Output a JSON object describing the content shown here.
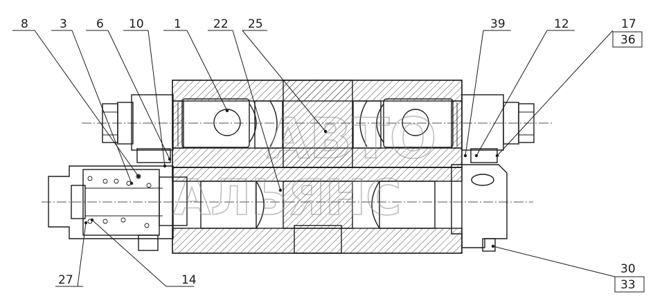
{
  "callouts_top": [
    {
      "label": "8"
    },
    {
      "label": "3"
    },
    {
      "label": "6"
    },
    {
      "label": "10"
    },
    {
      "label": "1"
    },
    {
      "label": "22"
    },
    {
      "label": "25"
    },
    {
      "label": "39"
    },
    {
      "label": "12"
    },
    {
      "label": "17"
    }
  ],
  "callouts_boxed": [
    {
      "label": "36"
    },
    {
      "label": "30"
    },
    {
      "label": "33"
    }
  ],
  "callouts_bottom": [
    {
      "label": "27"
    },
    {
      "label": "14"
    }
  ],
  "watermark": {
    "line1": "АВТО",
    "line2": "АЛЬЯНС"
  },
  "colors": {
    "line": "#1a1a1a",
    "watermark": "#8a8a8a",
    "background": "#ffffff"
  }
}
